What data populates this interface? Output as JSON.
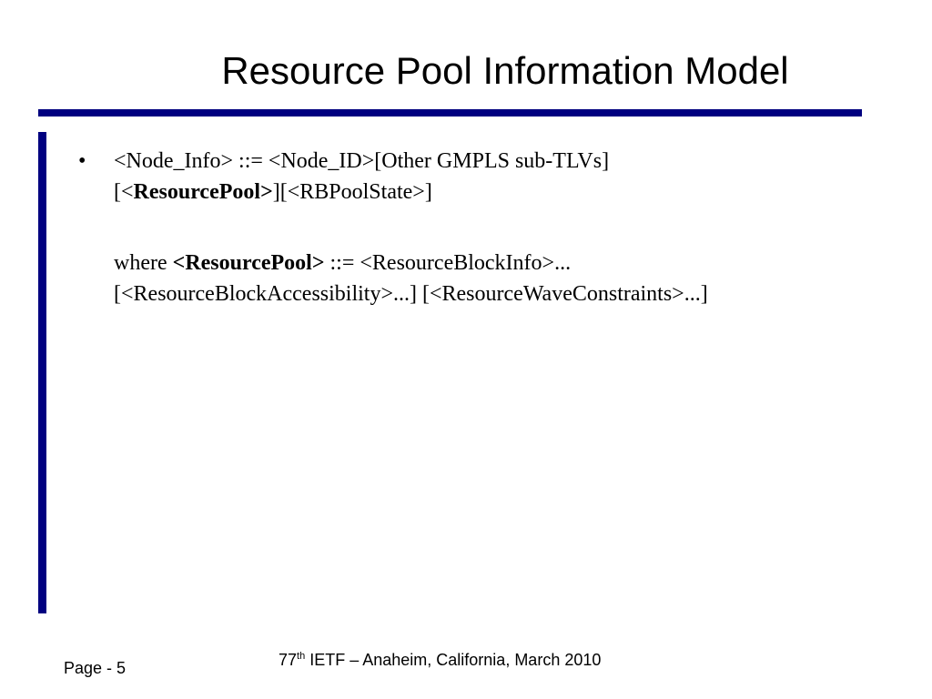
{
  "slide": {
    "title": "Resource Pool Information Model",
    "bullet_symbol": "•",
    "line1": "<Node_Info> ::= <Node_ID>[Other GMPLS sub-TLVs]",
    "line2_prefix": "[<",
    "line2_bold": "ResourcePool",
    "line2_bold_close": ">",
    "line2_suffix": "][<RBPoolState>]",
    "where_prefix": "where ",
    "where_bold": "<ResourcePool>",
    "where_suffix": " ::= <ResourceBlockInfo>...",
    "line4": "[<ResourceBlockAccessibility>...] [<ResourceWaveConstraints>...]"
  },
  "footer": {
    "page_label": "Page - 5",
    "event_number": "77",
    "event_sup": "th",
    "event_text": " IETF – Anaheim, California, March 2010"
  },
  "colors": {
    "rule": "#000080",
    "text": "#000000",
    "background": "#ffffff"
  }
}
